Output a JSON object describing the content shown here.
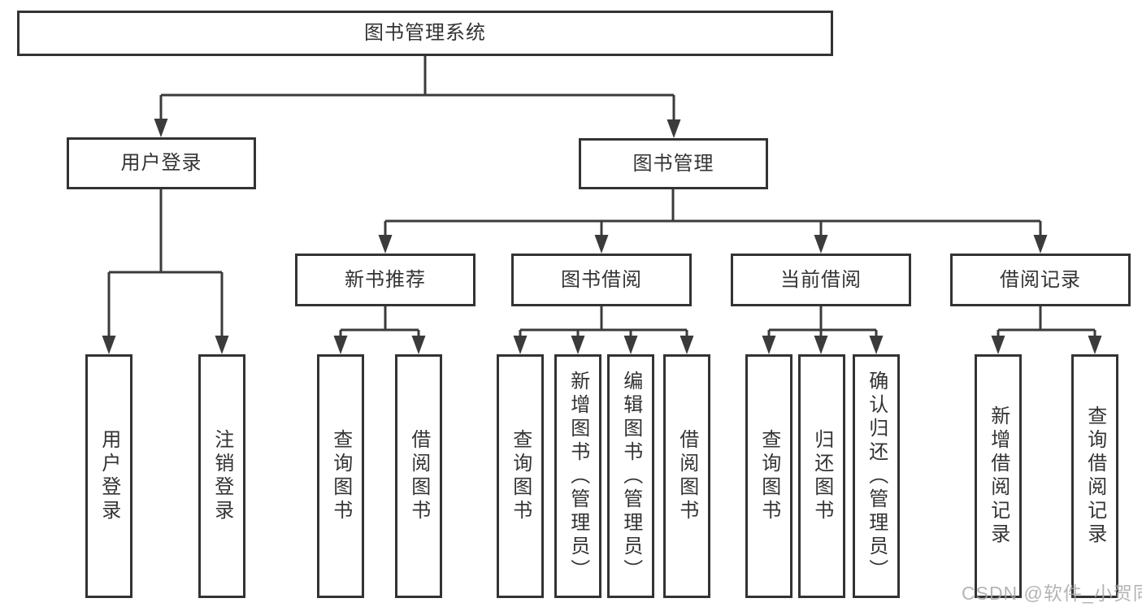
{
  "tree": {
    "label": "图书管理系统",
    "children": [
      {
        "label": "用户登录",
        "children": [
          {
            "label": "用户登录"
          },
          {
            "label": "注销登录"
          }
        ]
      },
      {
        "label": "图书管理",
        "children": [
          {
            "label": "新书推荐",
            "children": [
              {
                "label": "查询图书"
              },
              {
                "label": "借阅图书"
              }
            ]
          },
          {
            "label": "图书借阅",
            "children": [
              {
                "label": "查询图书"
              },
              {
                "label": "新增图书（管理员）"
              },
              {
                "label": "编辑图书（管理员）"
              },
              {
                "label": "借阅图书"
              }
            ]
          },
          {
            "label": "当前借阅",
            "children": [
              {
                "label": "查询图书"
              },
              {
                "label": "归还图书"
              },
              {
                "label": "确认归还（管理员）"
              }
            ]
          },
          {
            "label": "借阅记录",
            "children": [
              {
                "label": "新增借阅记录"
              },
              {
                "label": "查询借阅记录"
              }
            ]
          }
        ]
      }
    ]
  },
  "watermark": {
    "text": "CSDN @软件_小贺同学"
  },
  "colors": {
    "background": "#ffffff",
    "line": "#3b3b3b",
    "box_border": "#333333",
    "text": "#333333",
    "watermark": "#a8a8a8"
  }
}
